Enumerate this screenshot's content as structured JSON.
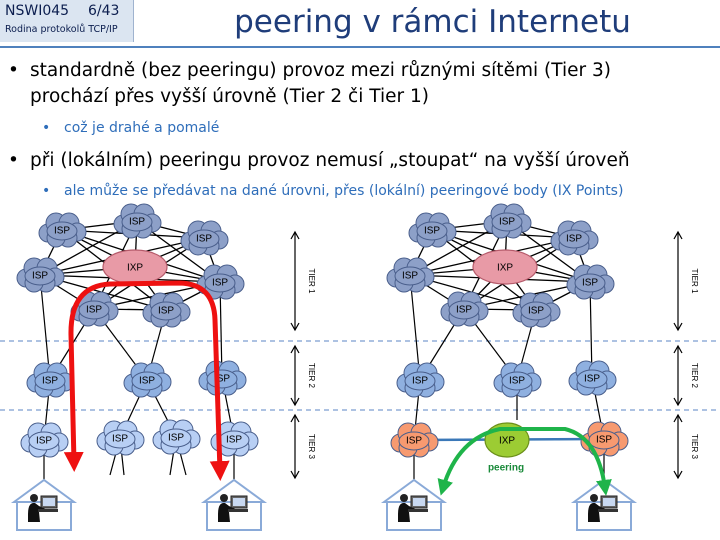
{
  "header": {
    "course_code": "NSWI045",
    "slide_number": "6/43",
    "course_name": "Rodina protokolů TCP/IP",
    "title": "peering v rámci Internetu"
  },
  "bullets": [
    {
      "line1": "standardně (bez peeringu) provoz mezi různými sítěmi (Tier 3)",
      "line2": "prochází přes vyšší úrovně (Tier 2 či Tier 1)",
      "sub": "což je drahé a pomalé"
    },
    {
      "line1": "při (lokálním) peeringu provoz nemusí „stoupat“ na vyšší úroveň",
      "sub": "ale může se předávat na dané úrovni, přes (lokální) peeringové body (IX Points)"
    }
  ],
  "diagram": {
    "isp_label": "ISP",
    "ixp_label": "IXP",
    "tier_labels": [
      "TIER 1",
      "TIER 2",
      "TIER 3"
    ],
    "peering_label": "peering"
  },
  "colors": {
    "isp_tier1": "#8da0c8",
    "isp_tier2": "#8fb0e0",
    "isp_tier3": "#b8cff4",
    "isp_peering": "#f79a70",
    "ixp_tier1": "#e89aa6",
    "ixp_peering": "#9ccc33",
    "red_path": "#ee1111",
    "green_path": "#1fb44a",
    "bullet_text": "#000000",
    "sub_text": "#2f6eba",
    "title_text": "#1f3d7a",
    "header_bg": "#dbe5f1"
  }
}
